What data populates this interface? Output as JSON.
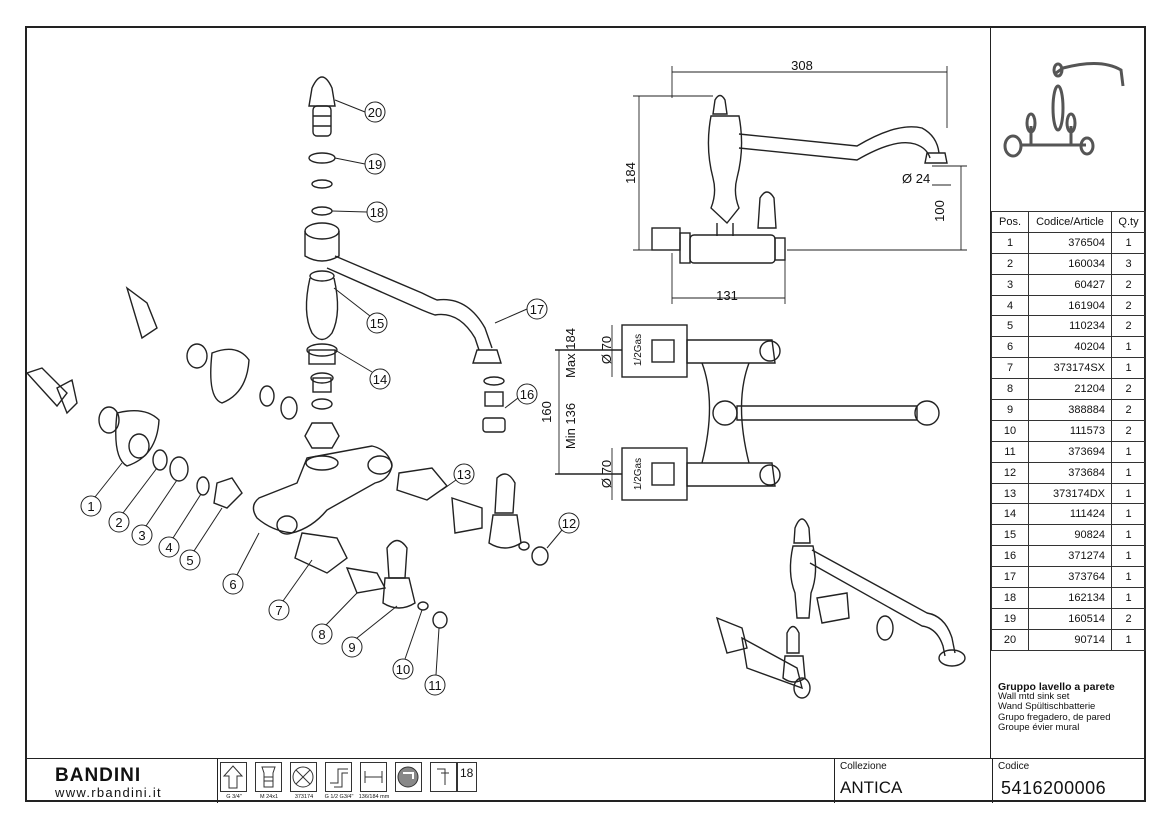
{
  "parts_table": {
    "headers": [
      "Pos.",
      "Codice/Article",
      "Q.ty"
    ],
    "rows": [
      {
        "pos": "1",
        "code": "376504",
        "qty": "1"
      },
      {
        "pos": "2",
        "code": "160034",
        "qty": "3"
      },
      {
        "pos": "3",
        "code": "60427",
        "qty": "2"
      },
      {
        "pos": "4",
        "code": "161904",
        "qty": "2"
      },
      {
        "pos": "5",
        "code": "110234",
        "qty": "2"
      },
      {
        "pos": "6",
        "code": "40204",
        "qty": "1"
      },
      {
        "pos": "7",
        "code": "373174SX",
        "qty": "1"
      },
      {
        "pos": "8",
        "code": "21204",
        "qty": "2"
      },
      {
        "pos": "9",
        "code": "388884",
        "qty": "2"
      },
      {
        "pos": "10",
        "code": "111573",
        "qty": "2"
      },
      {
        "pos": "11",
        "code": "373694",
        "qty": "1"
      },
      {
        "pos": "12",
        "code": "373684",
        "qty": "1"
      },
      {
        "pos": "13",
        "code": "373174DX",
        "qty": "1"
      },
      {
        "pos": "14",
        "code": "111424",
        "qty": "1"
      },
      {
        "pos": "15",
        "code": "90824",
        "qty": "1"
      },
      {
        "pos": "16",
        "code": "371274",
        "qty": "1"
      },
      {
        "pos": "17",
        "code": "373764",
        "qty": "1"
      },
      {
        "pos": "18",
        "code": "162134",
        "qty": "1"
      },
      {
        "pos": "19",
        "code": "160514",
        "qty": "2"
      },
      {
        "pos": "20",
        "code": "90714",
        "qty": "1"
      }
    ]
  },
  "description": [
    "Gruppo lavello a parete",
    "Wall mtd sink set",
    "Wand Spültischbatterie",
    "Grupo fregadero, de pared",
    "Groupe évier mural"
  ],
  "dimensions": {
    "width": "308",
    "height": "184",
    "spout_diameter": "Ø 24",
    "spout_height": "100",
    "projection": "131",
    "connection_dia_top": "Ø 70",
    "connection_dia_bottom": "Ø 70",
    "thread_top": "1/2Gas",
    "thread_bottom": "1/2Gas",
    "max_center": "Max 184",
    "min_center": "Min 136",
    "center_nominal": "160"
  },
  "callouts": [
    "1",
    "2",
    "3",
    "4",
    "5",
    "6",
    "7",
    "8",
    "9",
    "10",
    "11",
    "12",
    "13",
    "14",
    "15",
    "16",
    "17",
    "18",
    "19",
    "20"
  ],
  "footer": {
    "brand": "BANDINI",
    "url": "www.rbandini.it",
    "icon_captions": [
      "G 3/4\"",
      "M 24x1",
      "373174",
      "G 1/2 G3/4\"",
      "136/184 mm",
      "",
      "18"
    ],
    "collection_label": "Collezione",
    "collection_value": "ANTICA",
    "code_label": "Codice",
    "code_value": "5416200006"
  },
  "colors": {
    "line": "#222222",
    "background": "#ffffff"
  }
}
